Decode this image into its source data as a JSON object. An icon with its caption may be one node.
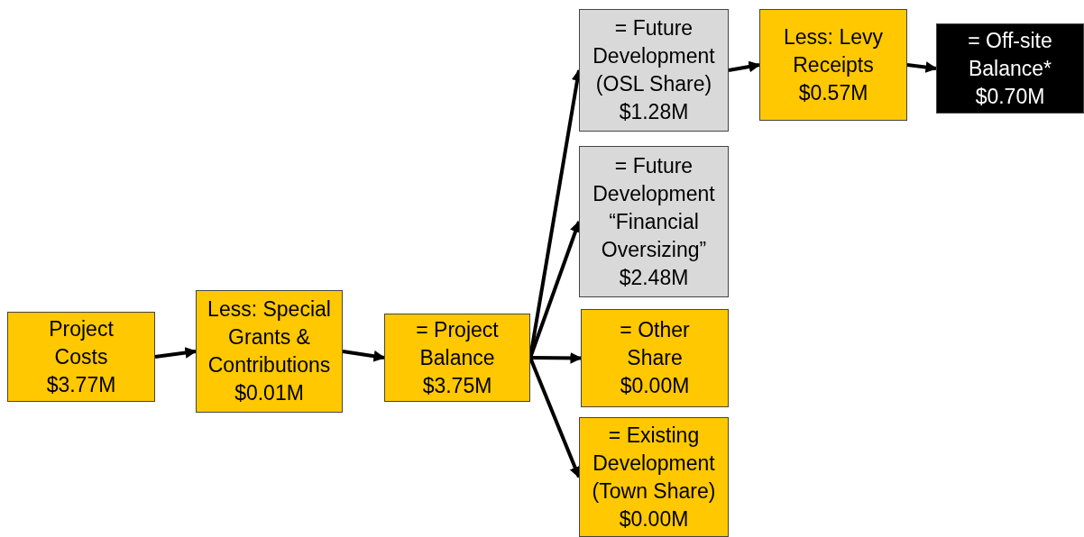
{
  "diagram": {
    "nodes": [
      {
        "text": [
          "Project Costs",
          "$3.77M"
        ]
      },
      {
        "text": [
          "Less: Special Grants & Contributions",
          "$0.01M"
        ]
      },
      {
        "text": [
          "= Project Balance",
          "$3.75M"
        ]
      },
      {
        "text": [
          "= Future Development (OSL Share)",
          "$1.28M"
        ]
      },
      {
        "text": [
          "= Future Development “Financial Oversizing”",
          "$2.48M"
        ]
      },
      {
        "text": [
          "= Other Share",
          "$0.00M"
        ]
      },
      {
        "text": [
          "= Existing Development (Town Share)",
          "$0.00M"
        ]
      },
      {
        "text": [
          "Less: Levy Receipts",
          "$0.57M"
        ]
      },
      {
        "text": [
          "= Off-site Balance*",
          "$0.70M"
        ]
      }
    ],
    "edges": [
      {
        "from": 0,
        "to": 1,
        "arrow": "to"
      },
      {
        "from": 1,
        "to": 2,
        "arrow": "to"
      },
      {
        "from": 2,
        "to": 3,
        "arrow": "to"
      },
      {
        "from": 2,
        "to": 4,
        "arrow": "to"
      },
      {
        "from": 2,
        "to": 5,
        "arrow": "to"
      },
      {
        "from": 2,
        "to": 6,
        "arrow": "to"
      },
      {
        "from": 3,
        "to": 7,
        "arrow": "to"
      },
      {
        "from": 7,
        "to": 8,
        "arrow": "to"
      }
    ]
  }
}
